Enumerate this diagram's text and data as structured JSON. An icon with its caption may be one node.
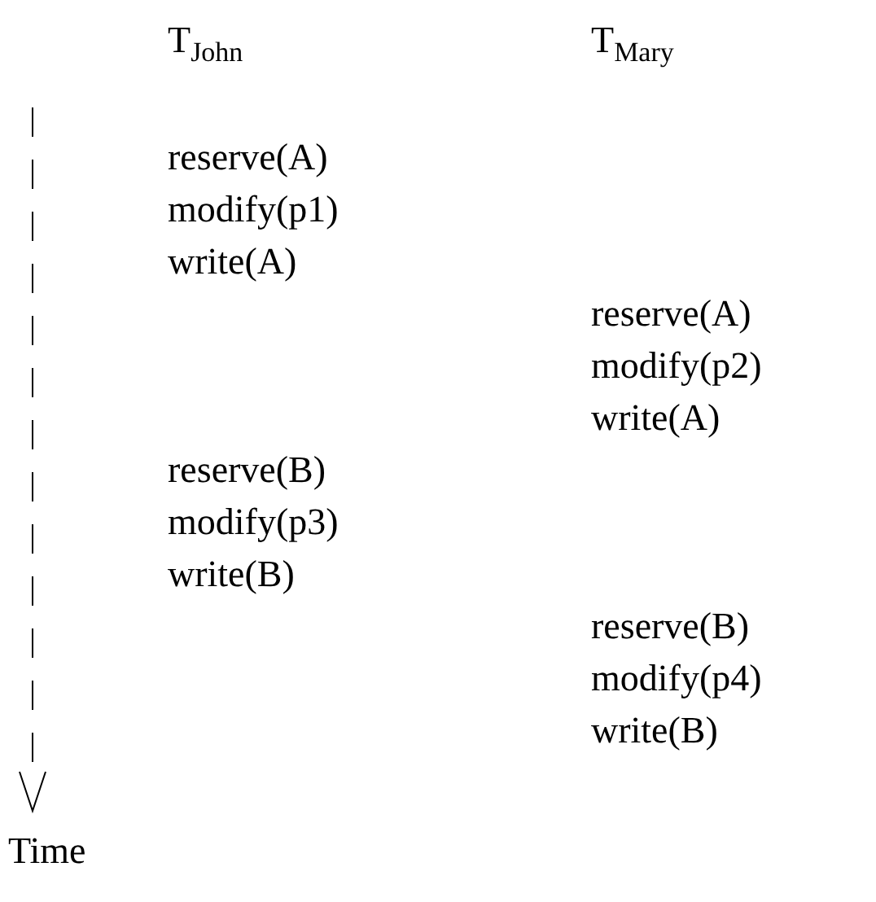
{
  "diagram": {
    "labels": [
      "T$_{John}$",
      "T$_{Mary}$",
      "reserve(A)",
      "modify(p1)",
      "write(A)",
      "reserve(A)",
      "modify(p2)",
      "write(A)",
      "reserve(B)",
      "modify(p3)",
      "write(B)",
      "reserve(B)",
      "modify(p4)",
      "write(B)",
      "Time"
    ]
  }
}
